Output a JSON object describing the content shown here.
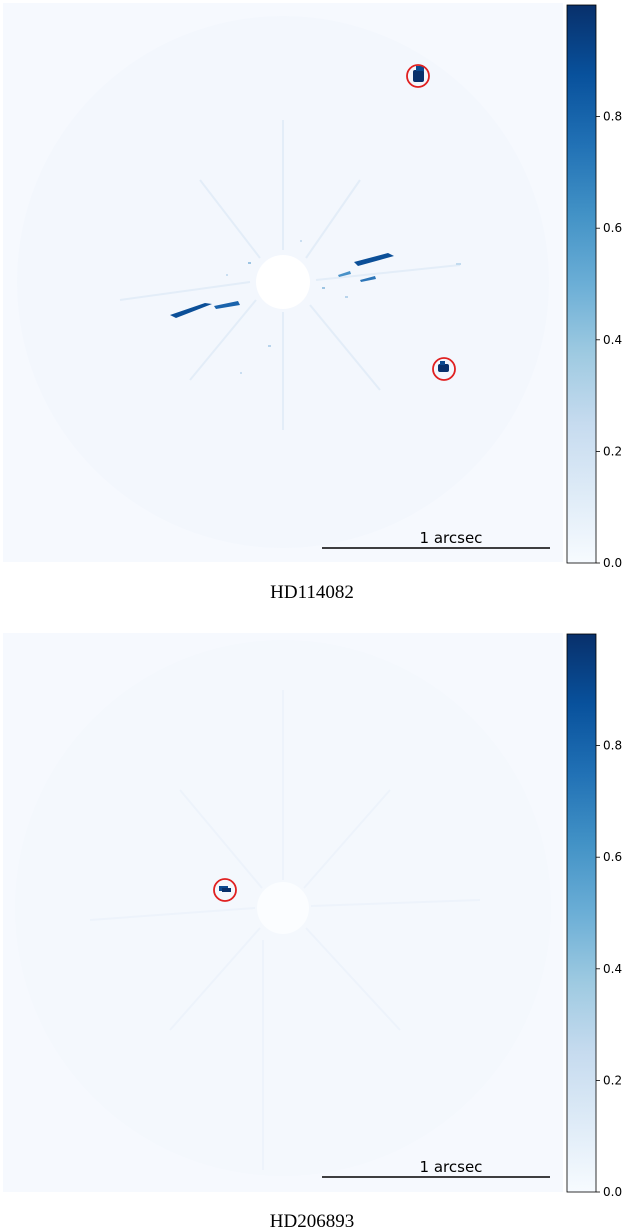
{
  "chart_data": [
    {
      "type": "heatmap",
      "title": "HD114082",
      "colormap": "Blues",
      "colorbar": {
        "range": [
          0.0,
          1.0
        ],
        "ticks": [
          0.0,
          0.2,
          0.4,
          0.6,
          0.8
        ],
        "tick_labels": [
          "0.0",
          "0.2",
          "0.4",
          "0.6",
          "0.8"
        ]
      },
      "scale_bar_label": "1 arcsec",
      "circled_sources": 2,
      "colors": {
        "circle": "#e02020",
        "dark": "#08306b"
      }
    },
    {
      "type": "heatmap",
      "title": "HD206893",
      "colormap": "Blues",
      "colorbar": {
        "range": [
          0.0,
          1.0
        ],
        "ticks": [
          0.0,
          0.2,
          0.4,
          0.6,
          0.8
        ],
        "tick_labels": [
          "0.0",
          "0.2",
          "0.4",
          "0.6",
          "0.8"
        ]
      },
      "scale_bar_label": "1 arcsec",
      "circled_sources": 1,
      "colors": {
        "circle": "#e02020",
        "dark": "#08306b"
      }
    }
  ]
}
